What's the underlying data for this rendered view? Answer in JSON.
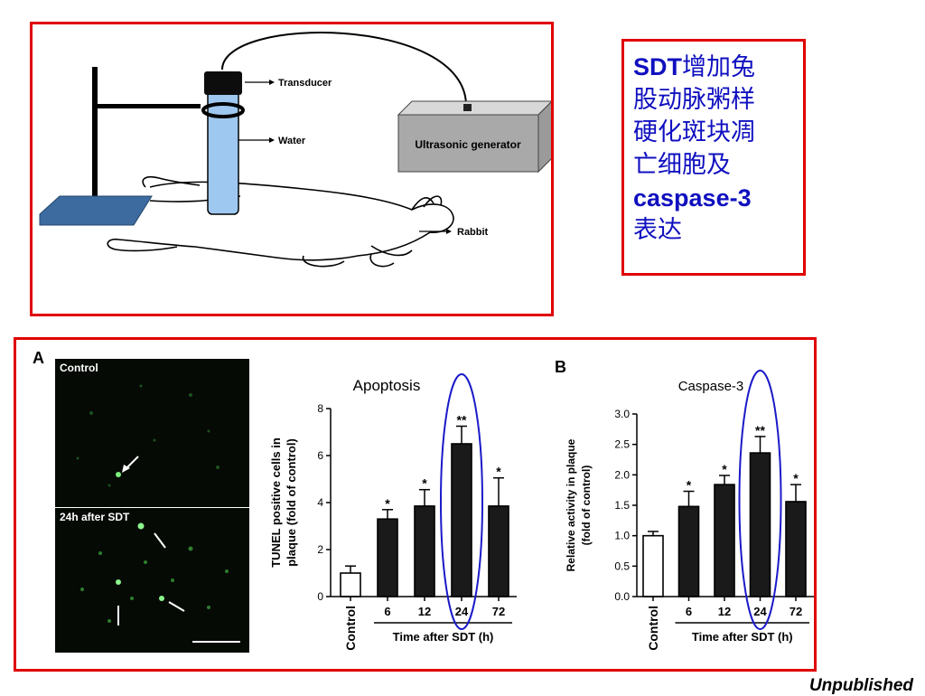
{
  "setup": {
    "labels": {
      "transducer": "Transducer",
      "water": "Water",
      "generator": "Ultrasonic generator",
      "rabbit": "Rabbit"
    }
  },
  "caption": {
    "line1_en": "SDT",
    "line1_zh": "增加兔",
    "line2": "股动脉粥样",
    "line3": "硬化斑块凋",
    "line4": "亡细胞及",
    "line5_en": "caspase-3",
    "line6": "表达"
  },
  "panel_a": {
    "letter": "A",
    "image_top_label": "Control",
    "image_bottom_label": "24h after SDT"
  },
  "panel_b": {
    "letter": "B"
  },
  "watermark": "Unpublished",
  "chart_data": [
    {
      "type": "bar",
      "title": "Apoptosis",
      "ylabel": "TUNEL positive cells in plaque (fold of control)",
      "ylabel_lines": [
        "TUNEL positive cells in",
        "plaque (fold of control)"
      ],
      "xlabel": "Time after SDT (h)",
      "categories": [
        "Control",
        "6",
        "12",
        "24",
        "72"
      ],
      "values": [
        1.0,
        3.3,
        3.85,
        6.5,
        3.85
      ],
      "errors": [
        0.3,
        0.4,
        0.7,
        0.75,
        1.2
      ],
      "significance": [
        "",
        "*",
        "*",
        "**",
        "*"
      ],
      "bar_fills": [
        "#ffffff",
        "#1a1a1a",
        "#1a1a1a",
        "#1a1a1a",
        "#1a1a1a"
      ],
      "ylim": [
        0,
        8
      ],
      "yticks": [
        0,
        2,
        4,
        6,
        8
      ],
      "ytick_labels": [
        "0",
        "2",
        "4",
        "6",
        "8"
      ],
      "highlight_category": "24",
      "highlight_color": "#1a1ac8"
    },
    {
      "type": "bar",
      "title": "Caspase-3",
      "ylabel": "Relative activity in plaque (fold of control)",
      "ylabel_lines": [
        "Relative activity in plaque",
        "(fold of control)"
      ],
      "xlabel": "Time after SDT (h)",
      "categories": [
        "Control",
        "6",
        "12",
        "24",
        "72"
      ],
      "values": [
        1.0,
        1.48,
        1.84,
        2.36,
        1.56
      ],
      "errors": [
        0.07,
        0.25,
        0.15,
        0.27,
        0.28
      ],
      "significance": [
        "",
        "*",
        "*",
        "**",
        "*"
      ],
      "bar_fills": [
        "#ffffff",
        "#1a1a1a",
        "#1a1a1a",
        "#1a1a1a",
        "#1a1a1a"
      ],
      "ylim": [
        0,
        3.0
      ],
      "yticks": [
        0,
        0.5,
        1.0,
        1.5,
        2.0,
        2.5,
        3.0
      ],
      "ytick_labels": [
        "0.0",
        "0.5",
        "1.0",
        "1.5",
        "2.0",
        "2.5",
        "3.0"
      ],
      "highlight_category": "24",
      "highlight_color": "#1a1ac8"
    }
  ]
}
